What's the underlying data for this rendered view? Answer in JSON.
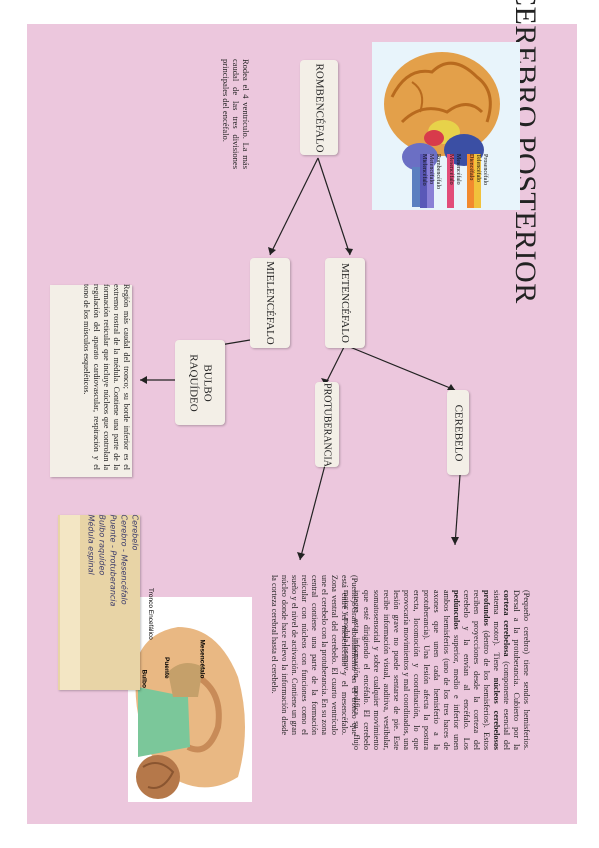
{
  "title": "CEREBRO POSTERIOR",
  "legend": [
    "Prosencéfalo",
    "Telencéfalo",
    "Diencéfalo",
    "Mesencéfalo",
    "Mesencéfalo",
    "Rombencéfalo",
    "Metencéfalo",
    "Mielencéfalo"
  ],
  "colors": {
    "page": "#ecc7dd",
    "box": "#f3efe7",
    "line": "#222222"
  },
  "nodes": {
    "rombencefalo": "ROMBENCÉFALO",
    "metencefalo": "METENCÉFALO",
    "mielencefalo": "MIELENCÉFALO",
    "bulbo": "BULBO RAQUÍDEO",
    "cerebelo": "CEREBELO",
    "protuberancia": "PROTUBERANCIA"
  },
  "texts": {
    "rombencefalo_desc": "Rodea el 4 ventrículo. La más caudal de las tres divisiones principales del encéfalo.",
    "bulbo_desc": "Región más caudal del tronco; su borde inferior es el extremo rostral de la médula. Contiene una parte de la formación reticular que incluye núcleos que controlan la regulación del aparato cardiovascular, respiración y el tono de los músculos esqueléticos.",
    "cerebelo_p1": "(Pequeño cerebro) tiene sendos hemisferios. Dorsal a la protuberancia. Cubierto por la ",
    "cerebelo_b1": "corteza cerebelosa",
    "cerebelo_p2": " (componente esencial del sistema motor). Tiene ",
    "cerebelo_b2": "núcleos cerebelosos profundos",
    "cerebelo_p3": " (dentro de los hemisferios). Estos reciben proyecciones desde la corteza del cerebelo y la envían al encéfalo. Los ",
    "cerebelo_b3": "pedúnculos",
    "cerebelo_p4": " superior, medio e inferior unen ambos hemisferios (uno de los tres haces de axones que unen cada hemisferio a la protuberancia). Una lesión afecta la postura erecta, locomoción y coordinación, lo que provocaría movimientos y mal coordinados, una lesión grave no puede sentarse de pie. Este recibe información visual, auditiva, vestibular, somatosensorial y sobre cualquier movimiento que esté dirigiendo el encéfalo. El cerebelo integra esta información, modifica su flujo motor y modula los mov.",
    "protuberancia_desc": "(Puente) Gran abultamiento en el tronco que está entre el mesencéfalo y el mesencéfalo. Zona ventral del cerebelo. El cuarto ventrículo une el cerebelo con la protuberancia. En su zona central contiene una parte de la formación reticular con núcleos con funciones como el sueño y el nivel de activación. Contiene un gran núcleo donde hace relevo la información desde la corteza cerebral hasta el cerebelo."
  },
  "diagram_labels": {
    "tronco": "Tronco Encefálico",
    "mesencefalo": "Mesencéfalo",
    "puente": "Puente",
    "bulbo": "Bulbo"
  },
  "note_lines": [
    "Cerebelo",
    "Cerebro - Mesencéfalo",
    "Puente - Protuberancia",
    "Bulbo raquídeo",
    "Médula espinal"
  ]
}
